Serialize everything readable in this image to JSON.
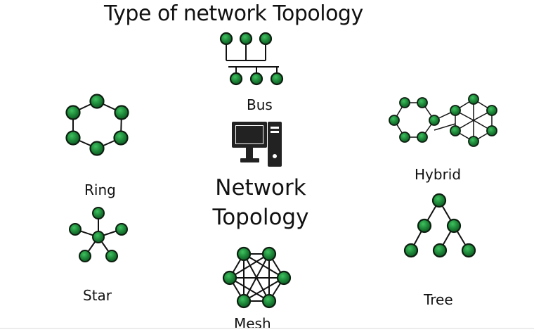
{
  "title": "Type of network Topology",
  "center": {
    "line1": "Network",
    "line2": "Topology",
    "icon": "desktop-computer-icon"
  },
  "topologies": {
    "bus": "Bus",
    "ring": "Ring",
    "hybrid": "Hybrid",
    "star": "Star",
    "tree": "Tree",
    "mesh": "Mesh"
  },
  "colors": {
    "node_fill": "#1f8a3a",
    "node_stroke": "#0d1f10",
    "link": "#111111"
  }
}
